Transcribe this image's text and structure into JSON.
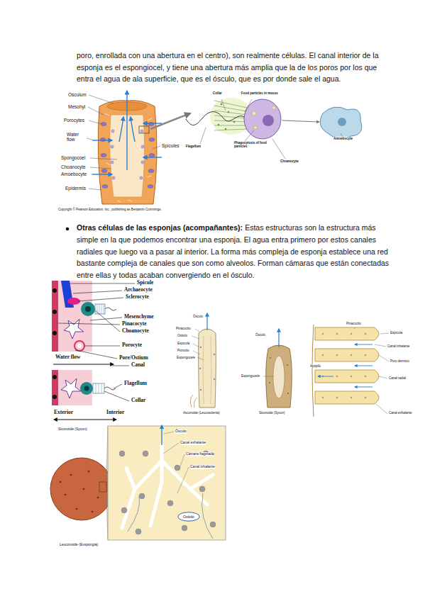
{
  "diagram": {
    "nodes": [
      {
        "text": [
          "Ostiolo"
        ]
      }
    ],
    "labels": [
      "poro, enrollada con una abertura en el centro), son realmente células. El canal interior de la esponja es el espongiocel, y tiene una abertura más amplia que la de los poros por los que entra el agua de ala superficie, que es el ósculo, que es por donde sale el agua.",
      "Osculum",
      "Mesohyl",
      "Porocytes",
      "Water flow",
      "Spicules",
      "Spongocoel",
      "Choanocyte",
      "Amoebocyte",
      "Epidermis",
      "Copyright © Pearson Education, Inc., publishing as Benjamin Cummings.",
      "Collar",
      "Food particles in mucus",
      "Flagellum",
      "Phagocytosis of food particles",
      "Choanocyte",
      "Amoebocyte",
      "Otras células de las esponjas (acompañantes):",
      "Estas estructuras son la estructura más simple en la que podemos encontrar una esponja. El agua entra primero por estos canales radiales que luego va a pasar al interior. La forma más compleja de esponja establece una red bastante compleja de canales que son como alveolos. Forman cámaras que están conectadas entre ellas y todas acaban convergiendo en el ósculo.",
      "Spicule",
      "Archaeocyte",
      "Sclerocyte",
      "Mesenchyme",
      "Pinacocyte",
      "Choanocyte",
      "Porocyte",
      "Pore/Ostium",
      "Water flow",
      "Canal",
      "Flagellum",
      "Collar",
      "Exterior",
      "Interior",
      "Ósculo",
      "Pinacocito",
      "Ostiolo",
      "Espícula",
      "Porocito",
      "Espongocele",
      "Asconoide (Leucosolenia)",
      "Ósculo",
      "Espongocele",
      "Siconoide (Sycon)",
      "Pinacocito",
      "Espícula",
      "Canal inhalante",
      "Poro dérmico",
      "Apópilo",
      "Canal radial",
      "Canal exhalante",
      "Siconoide (Sycon)",
      "Ósculo",
      "Canal exhalante",
      "Cámara flagelada",
      "Canal inhalante",
      "Leuconoide (Euspongia)"
    ]
  }
}
